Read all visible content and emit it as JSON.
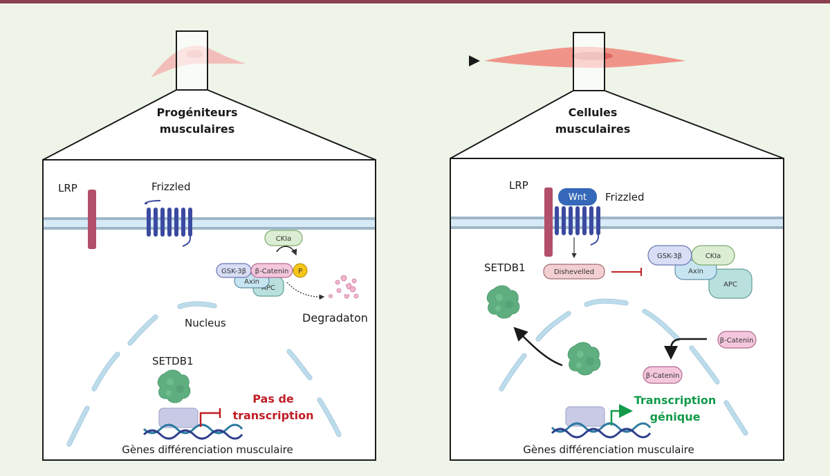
{
  "colors": {
    "topbar": "#8b4050",
    "background": "#eef4e8",
    "membrane": "#cde6f5",
    "lrp": "#b24f6a",
    "frizzled": "#3b4aa0",
    "wnt": "#3568b8",
    "setdb1": "#5fae80",
    "no_transcription": "#c01d25",
    "transcription": "#129a4a"
  },
  "arrow": {
    "label": ""
  },
  "left_panel": {
    "title_line1": "Progéniteurs",
    "title_line2": "musculaires",
    "lrp": "LRP",
    "frizzled": "Frizzled",
    "ckia": "CKIa",
    "gsk3b": "GSK-3β",
    "beta_catenin": "β-Catenin",
    "p": "P",
    "axin": "Axin",
    "apc": "APC",
    "degradation": "Degradaton",
    "nucleus": "Nucleus",
    "setdb1": "SETDB1",
    "no_transcription_line1": "Pas de",
    "no_transcription_line2": "transcription",
    "genes": "Gènes différenciation musculaire"
  },
  "right_panel": {
    "title_line1": "Cellules",
    "title_line2": "musculaires",
    "lrp": "LRP",
    "wnt": "Wnt",
    "frizzled": "Frizzled",
    "dishevelled": "Dishevelled",
    "gsk3b": "GSK-3β",
    "ckia": "CKIa",
    "axin": "Axin",
    "apc": "APC",
    "setdb1": "SETDB1",
    "beta_catenin_cytoplasm": "β-Catenin",
    "beta_catenin_nucleus": "β-Catenin",
    "transcription_line1": "Transcription",
    "transcription_line2": "génique",
    "genes": "Gènes différenciation musculaire"
  }
}
